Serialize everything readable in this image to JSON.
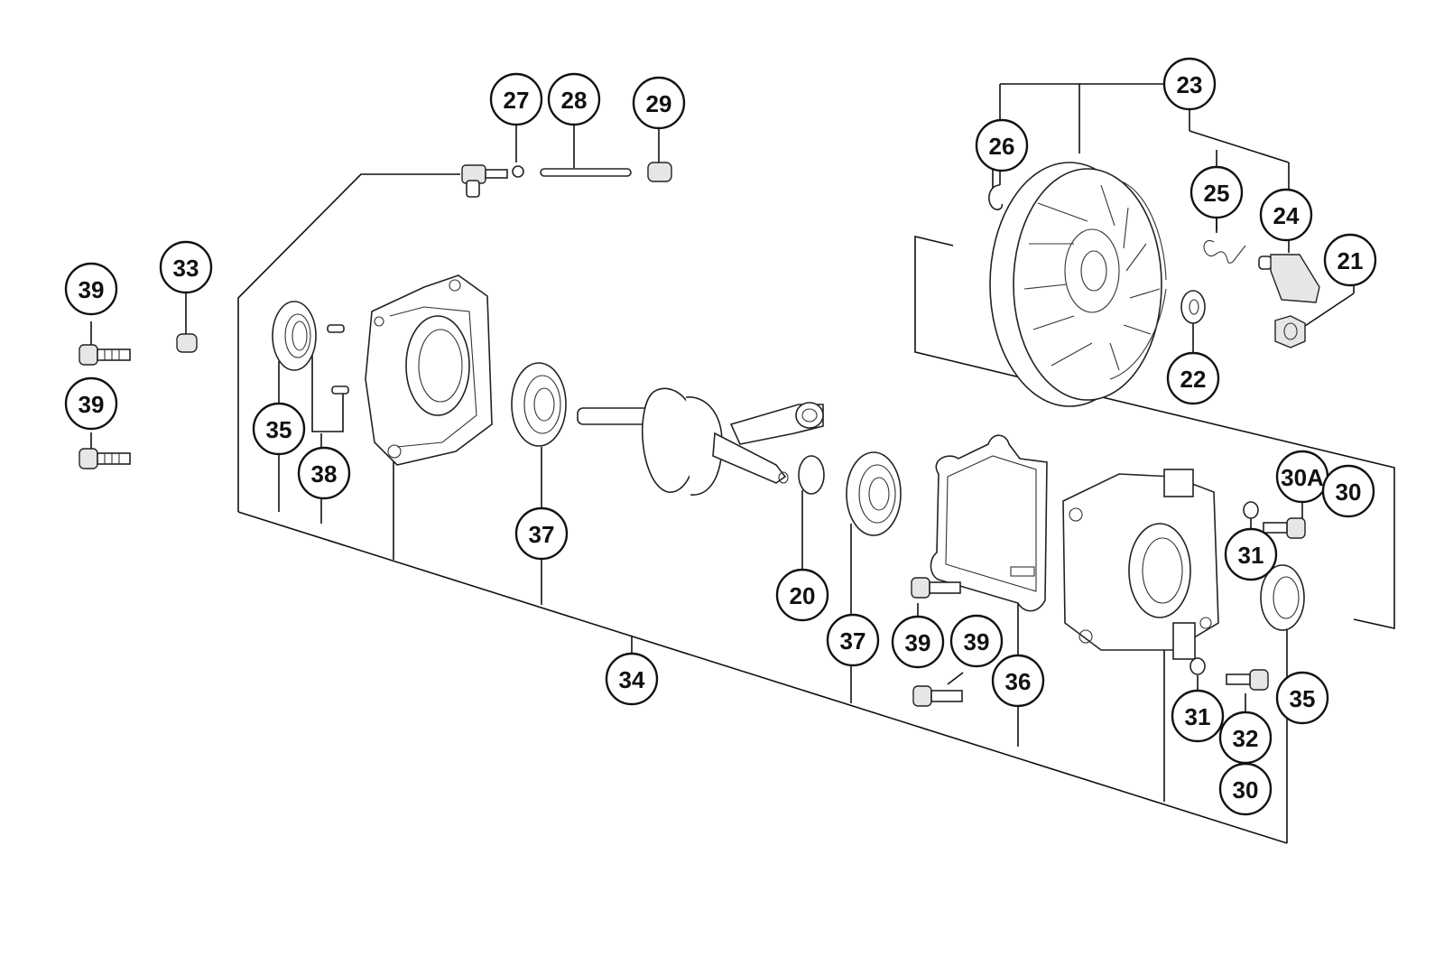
{
  "callouts": [
    {
      "id": "c20",
      "label": "20"
    },
    {
      "id": "c21",
      "label": "21"
    },
    {
      "id": "c22",
      "label": "22"
    },
    {
      "id": "c23",
      "label": "23"
    },
    {
      "id": "c24",
      "label": "24"
    },
    {
      "id": "c25",
      "label": "25"
    },
    {
      "id": "c26",
      "label": "26"
    },
    {
      "id": "c27",
      "label": "27"
    },
    {
      "id": "c28",
      "label": "28"
    },
    {
      "id": "c29",
      "label": "29"
    },
    {
      "id": "c30a",
      "label": "30A"
    },
    {
      "id": "c30-upper",
      "label": "30"
    },
    {
      "id": "c30-lower",
      "label": "30"
    },
    {
      "id": "c31-upper",
      "label": "31"
    },
    {
      "id": "c31-lower",
      "label": "31"
    },
    {
      "id": "c32",
      "label": "32"
    },
    {
      "id": "c33",
      "label": "33"
    },
    {
      "id": "c34",
      "label": "34"
    },
    {
      "id": "c35-left",
      "label": "35"
    },
    {
      "id": "c35-right",
      "label": "35"
    },
    {
      "id": "c36",
      "label": "36"
    },
    {
      "id": "c37-left",
      "label": "37"
    },
    {
      "id": "c37-right",
      "label": "37"
    },
    {
      "id": "c38",
      "label": "38"
    },
    {
      "id": "c39-top-left",
      "label": "39"
    },
    {
      "id": "c39-mid-left",
      "label": "39"
    },
    {
      "id": "c39-gasket-a",
      "label": "39"
    },
    {
      "id": "c39-gasket-b",
      "label": "39"
    }
  ]
}
